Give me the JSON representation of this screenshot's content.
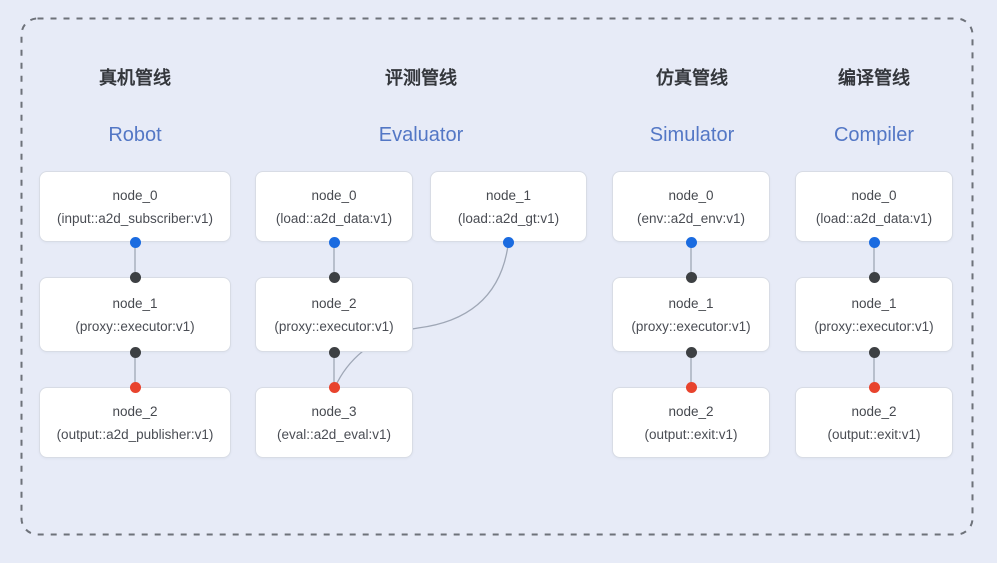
{
  "diagram": {
    "background_color": "#e7ebf7",
    "frame_border_color": "#6e727a",
    "edge_color": "#9fa7b6",
    "box_background": "#ffffff",
    "box_border_color": "#d8dce5",
    "dot_colors": {
      "blue": "#1a6be0",
      "black": "#3d4043",
      "red": "#e8432d"
    },
    "title_zh_color": "#34373c",
    "title_en_color": "#5377c5"
  },
  "pipelines": [
    {
      "title_zh": "真机管线",
      "title_en": "Robot",
      "nodes": [
        {
          "title": "node_0",
          "subtitle": "(input::a2d_subscriber:v1)",
          "dot_top": null,
          "dot_bottom": "blue"
        },
        {
          "title": "node_1",
          "subtitle": "(proxy::executor:v1)",
          "dot_top": "black",
          "dot_bottom": "black"
        },
        {
          "title": "node_2",
          "subtitle": "(output::a2d_publisher:v1)",
          "dot_top": "red",
          "dot_bottom": null
        }
      ],
      "edges": [
        {
          "from": 0,
          "to": 1,
          "shape": "line"
        },
        {
          "from": 1,
          "to": 2,
          "shape": "line"
        }
      ]
    },
    {
      "title_zh": "评测管线",
      "title_en": "Evaluator",
      "nodes": [
        {
          "title": "node_0",
          "subtitle": "(load::a2d_data:v1)",
          "dot_top": null,
          "dot_bottom": "blue"
        },
        {
          "title": "node_1",
          "subtitle": "(load::a2d_gt:v1)",
          "dot_top": null,
          "dot_bottom": "blue"
        },
        {
          "title": "node_2",
          "subtitle": "(proxy::executor:v1)",
          "dot_top": "black",
          "dot_bottom": "black"
        },
        {
          "title": "node_3",
          "subtitle": "(eval::a2d_eval:v1)",
          "dot_top": "red",
          "dot_bottom": null
        }
      ],
      "edges": [
        {
          "from": 0,
          "to": 2,
          "shape": "line"
        },
        {
          "from": 2,
          "to": 3,
          "shape": "line"
        },
        {
          "from": 1,
          "to": 3,
          "shape": "curve"
        }
      ]
    },
    {
      "title_zh": "仿真管线",
      "title_en": "Simulator",
      "nodes": [
        {
          "title": "node_0",
          "subtitle": "(env::a2d_env:v1)",
          "dot_top": null,
          "dot_bottom": "blue"
        },
        {
          "title": "node_1",
          "subtitle": "(proxy::executor:v1)",
          "dot_top": "black",
          "dot_bottom": "black"
        },
        {
          "title": "node_2",
          "subtitle": "(output::exit:v1)",
          "dot_top": "red",
          "dot_bottom": null
        }
      ],
      "edges": [
        {
          "from": 0,
          "to": 1,
          "shape": "line"
        },
        {
          "from": 1,
          "to": 2,
          "shape": "line"
        }
      ]
    },
    {
      "title_zh": "编译管线",
      "title_en": "Compiler",
      "nodes": [
        {
          "title": "node_0",
          "subtitle": "(load::a2d_data:v1)",
          "dot_top": null,
          "dot_bottom": "blue"
        },
        {
          "title": "node_1",
          "subtitle": "(proxy::executor:v1)",
          "dot_top": "black",
          "dot_bottom": "black"
        },
        {
          "title": "node_2",
          "subtitle": "(output::exit:v1)",
          "dot_top": "red",
          "dot_bottom": null
        }
      ],
      "edges": [
        {
          "from": 0,
          "to": 1,
          "shape": "line"
        },
        {
          "from": 1,
          "to": 2,
          "shape": "line"
        }
      ]
    }
  ]
}
